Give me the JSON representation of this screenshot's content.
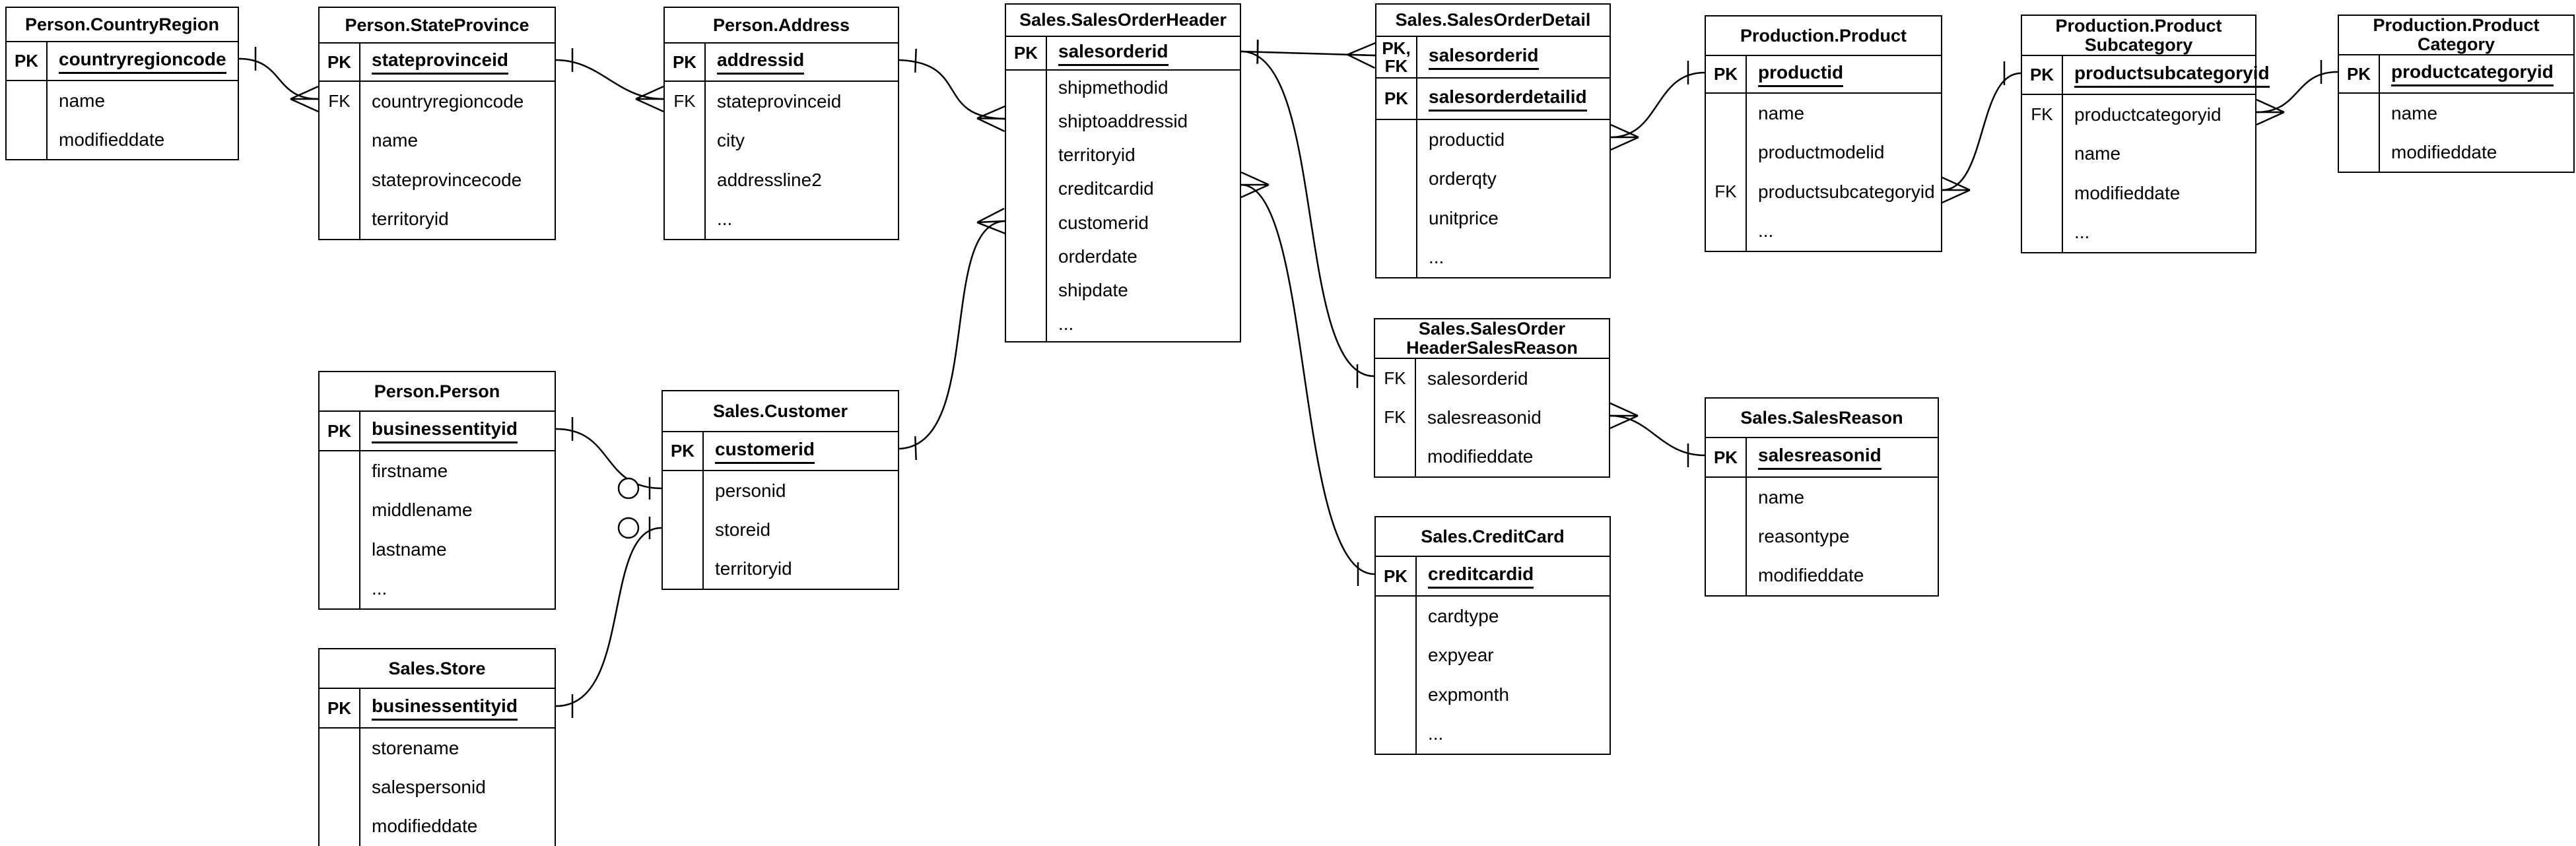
{
  "diagram": {
    "kind": "entity-relationship-diagram",
    "background_color": "#ffffff",
    "line_color": "#000000",
    "text_color": "#000000"
  },
  "tables": [
    {
      "id": "countryregion",
      "title": "Person.CountryRegion",
      "key_rows": [
        {
          "key": "PK",
          "field": "countryregioncode",
          "pk": true
        }
      ],
      "fields": [
        {
          "key": "",
          "name": "name"
        },
        {
          "key": "",
          "name": "modifieddate"
        }
      ]
    },
    {
      "id": "stateprovince",
      "title": "Person.StateProvince",
      "key_rows": [
        {
          "key": "PK",
          "field": "stateprovinceid",
          "pk": true
        }
      ],
      "fields": [
        {
          "key": "FK",
          "name": "countryregioncode"
        },
        {
          "key": "",
          "name": "name"
        },
        {
          "key": "",
          "name": "stateprovincecode"
        },
        {
          "key": "",
          "name": "territoryid"
        }
      ]
    },
    {
      "id": "address",
      "title": "Person.Address",
      "key_rows": [
        {
          "key": "PK",
          "field": "addressid",
          "pk": true
        }
      ],
      "fields": [
        {
          "key": "FK",
          "name": "stateprovinceid"
        },
        {
          "key": "",
          "name": "city"
        },
        {
          "key": "",
          "name": "addressline2"
        },
        {
          "key": "",
          "name": "..."
        }
      ]
    },
    {
      "id": "salesorderheader",
      "title": "Sales.SalesOrderHeader",
      "key_rows": [
        {
          "key": "PK",
          "field": "salesorderid",
          "pk": true
        }
      ],
      "fields": [
        {
          "key": "",
          "name": "shipmethodid"
        },
        {
          "key": "",
          "name": "shiptoaddressid"
        },
        {
          "key": "",
          "name": "territoryid"
        },
        {
          "key": "",
          "name": "creditcardid"
        },
        {
          "key": "",
          "name": "customerid"
        },
        {
          "key": "",
          "name": "orderdate"
        },
        {
          "key": "",
          "name": "shipdate"
        },
        {
          "key": "",
          "name": "..."
        }
      ]
    },
    {
      "id": "salesorderdetail",
      "title": "Sales.SalesOrderDetail",
      "key_rows": [
        {
          "key": "PK,FK",
          "key_lines": [
            "PK,",
            "FK"
          ],
          "field": "salesorderid",
          "pk": true
        },
        {
          "key": "PK",
          "field": "salesorderdetailid",
          "pk": true
        }
      ],
      "fields": [
        {
          "key": "",
          "name": "productid"
        },
        {
          "key": "",
          "name": "orderqty"
        },
        {
          "key": "",
          "name": "unitprice"
        },
        {
          "key": "",
          "name": "..."
        }
      ]
    },
    {
      "id": "product",
      "title": "Production.Product",
      "key_rows": [
        {
          "key": "PK",
          "field": "productid",
          "pk": true
        }
      ],
      "fields": [
        {
          "key": "",
          "name": "name"
        },
        {
          "key": "",
          "name": "productmodelid"
        },
        {
          "key": "FK",
          "name": "productsubcategoryid"
        },
        {
          "key": "",
          "name": "..."
        }
      ]
    },
    {
      "id": "productsubcategory",
      "title": "Production.ProductSubcategory",
      "title_lines": [
        "Production.Product",
        "Subcategory"
      ],
      "key_rows": [
        {
          "key": "PK",
          "field": "productsubcategoryid",
          "pk": true
        }
      ],
      "fields": [
        {
          "key": "FK",
          "name": "productcategoryid"
        },
        {
          "key": "",
          "name": "name"
        },
        {
          "key": "",
          "name": "modifieddate"
        },
        {
          "key": "",
          "name": "..."
        }
      ]
    },
    {
      "id": "productcategory",
      "title": "Production.ProductCategory",
      "title_lines": [
        "Production.Product",
        "Category"
      ],
      "key_rows": [
        {
          "key": "PK",
          "field": "productcategoryid",
          "pk": true
        }
      ],
      "fields": [
        {
          "key": "",
          "name": "name"
        },
        {
          "key": "",
          "name": "modifieddate"
        }
      ]
    },
    {
      "id": "person",
      "title": "Person.Person",
      "key_rows": [
        {
          "key": "PK",
          "field": "businessentityid",
          "pk": true
        }
      ],
      "fields": [
        {
          "key": "",
          "name": "firstname"
        },
        {
          "key": "",
          "name": "middlename"
        },
        {
          "key": "",
          "name": "lastname"
        },
        {
          "key": "",
          "name": "..."
        }
      ]
    },
    {
      "id": "customer",
      "title": "Sales.Customer",
      "key_rows": [
        {
          "key": "PK",
          "field": "customerid",
          "pk": true
        }
      ],
      "fields": [
        {
          "key": "",
          "name": "personid"
        },
        {
          "key": "",
          "name": "storeid"
        },
        {
          "key": "",
          "name": "territoryid"
        }
      ]
    },
    {
      "id": "salesorderheadersalesreason",
      "title": "Sales.SalesOrderHeaderSalesReason",
      "title_lines": [
        "Sales.SalesOrder",
        "HeaderSalesReason"
      ],
      "key_rows": [],
      "fields": [
        {
          "key": "FK",
          "name": "salesorderid"
        },
        {
          "key": "FK",
          "name": "salesreasonid"
        },
        {
          "key": "",
          "name": "modifieddate"
        }
      ]
    },
    {
      "id": "salesreason",
      "title": "Sales.SalesReason",
      "key_rows": [
        {
          "key": "PK",
          "field": "salesreasonid",
          "pk": true
        }
      ],
      "fields": [
        {
          "key": "",
          "name": "name"
        },
        {
          "key": "",
          "name": "reasontype"
        },
        {
          "key": "",
          "name": "modifieddate"
        }
      ]
    },
    {
      "id": "creditcard",
      "title": "Sales.CreditCard",
      "key_rows": [
        {
          "key": "PK",
          "field": "creditcardid",
          "pk": true
        }
      ],
      "fields": [
        {
          "key": "",
          "name": "cardtype"
        },
        {
          "key": "",
          "name": "expyear"
        },
        {
          "key": "",
          "name": "expmonth"
        },
        {
          "key": "",
          "name": "..."
        }
      ]
    },
    {
      "id": "store",
      "title": "Sales.Store",
      "key_rows": [
        {
          "key": "PK",
          "field": "businessentityid",
          "pk": true
        }
      ],
      "fields": [
        {
          "key": "",
          "name": "storename"
        },
        {
          "key": "",
          "name": "salespersonid"
        },
        {
          "key": "",
          "name": "modifieddate"
        }
      ]
    }
  ],
  "relationships": [
    {
      "id": "r1",
      "from": {
        "table": "countryregion",
        "field": "countryregioncode",
        "cardinality": "one"
      },
      "to": {
        "table": "stateprovince",
        "field": "countryregioncode",
        "cardinality": "many"
      }
    },
    {
      "id": "r2",
      "from": {
        "table": "stateprovince",
        "field": "stateprovinceid",
        "cardinality": "one"
      },
      "to": {
        "table": "address",
        "field": "stateprovinceid",
        "cardinality": "many"
      }
    },
    {
      "id": "r3",
      "from": {
        "table": "address",
        "field": "addressid",
        "cardinality": "one"
      },
      "to": {
        "table": "salesorderheader",
        "field": "shiptoaddressid",
        "cardinality": "many"
      }
    },
    {
      "id": "r4",
      "from": {
        "table": "salesorderheader",
        "field": "salesorderid",
        "cardinality": "one"
      },
      "to": {
        "table": "salesorderdetail",
        "field": "salesorderid",
        "cardinality": "many"
      }
    },
    {
      "id": "r5",
      "from": {
        "table": "salesorderheader",
        "field": "salesorderid",
        "cardinality": "one"
      },
      "to": {
        "table": "salesorderheadersalesreason",
        "field": "salesorderid",
        "cardinality": "one"
      }
    },
    {
      "id": "r6",
      "from": {
        "table": "creditcard",
        "field": "creditcardid",
        "cardinality": "one"
      },
      "to": {
        "table": "salesorderheader",
        "field": "creditcardid",
        "cardinality": "many"
      }
    },
    {
      "id": "r7",
      "from": {
        "table": "customer",
        "field": "customerid",
        "cardinality": "one"
      },
      "to": {
        "table": "salesorderheader",
        "field": "customerid",
        "cardinality": "many"
      }
    },
    {
      "id": "r8",
      "from": {
        "table": "person",
        "field": "businessentityid",
        "cardinality": "one"
      },
      "to": {
        "table": "customer",
        "field": "personid",
        "cardinality": "zero-or-one"
      }
    },
    {
      "id": "r9",
      "from": {
        "table": "store",
        "field": "businessentityid",
        "cardinality": "one"
      },
      "to": {
        "table": "customer",
        "field": "storeid",
        "cardinality": "zero-or-one"
      }
    },
    {
      "id": "r10",
      "from": {
        "table": "product",
        "field": "productid",
        "cardinality": "one"
      },
      "to": {
        "table": "salesorderdetail",
        "field": "productid",
        "cardinality": "many"
      }
    },
    {
      "id": "r11",
      "from": {
        "table": "productsubcategory",
        "field": "productsubcategoryid",
        "cardinality": "one"
      },
      "to": {
        "table": "product",
        "field": "productsubcategoryid",
        "cardinality": "many"
      }
    },
    {
      "id": "r12",
      "from": {
        "table": "productcategory",
        "field": "productcategoryid",
        "cardinality": "one"
      },
      "to": {
        "table": "productsubcategory",
        "field": "productcategoryid",
        "cardinality": "many"
      }
    },
    {
      "id": "r13",
      "from": {
        "table": "salesreason",
        "field": "salesreasonid",
        "cardinality": "one"
      },
      "to": {
        "table": "salesorderheadersalesreason",
        "field": "salesreasonid",
        "cardinality": "many"
      }
    }
  ]
}
